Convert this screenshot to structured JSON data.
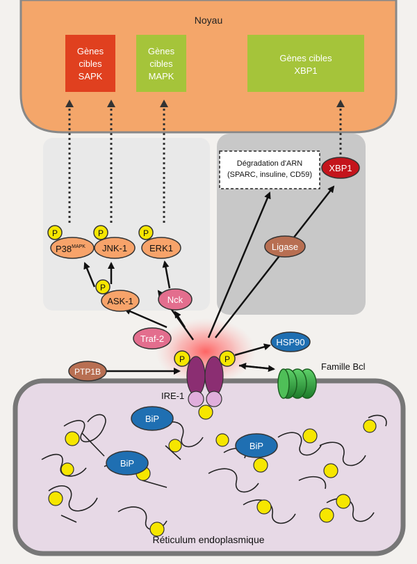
{
  "nucleus": {
    "label": "Noyau"
  },
  "target_genes": {
    "sapk": [
      "Gènes",
      "cibles",
      "SAPK"
    ],
    "mapk": [
      "Gènes",
      "cibles",
      "MAPK"
    ],
    "xbp1": [
      "Gènes cibles",
      "XBP1"
    ]
  },
  "rna_degradation": [
    "Dégradation d'ARN",
    "(SPARC, insuline, CD59)"
  ],
  "nodes": {
    "xbp1": "XBP1",
    "ligase": "Ligase",
    "p38": "P38",
    "p38_sup": "MAPK",
    "jnk1": "JNK-1",
    "erk1": "ERK1",
    "ask1": "ASK-1",
    "nck": "Nck",
    "traf2": "Traf-2",
    "hsp90": "HSP90",
    "ptp1b": "PTP1B",
    "bip": "BiP",
    "phospho": "P"
  },
  "labels": {
    "ire1": "IRE-1",
    "bcl_family": "Famille Bcl",
    "er": "Réticulum endoplasmique"
  },
  "colors": {
    "nucleus": "#f4a66a",
    "sapk_box": "#e0401f",
    "mapk_box": "#a5c43a",
    "xbp1_box": "#a5c43a",
    "er": "#e7d9e6",
    "kinase": "#f7a36a",
    "phospho": "#f6e600",
    "pink_node": "#e36e8e",
    "blue_node": "#1f6fb2",
    "xbp1_node": "#c4141c",
    "ligase": "#b86f52",
    "ire1": "#8b2e72",
    "bcl": "#2e9e3a"
  }
}
